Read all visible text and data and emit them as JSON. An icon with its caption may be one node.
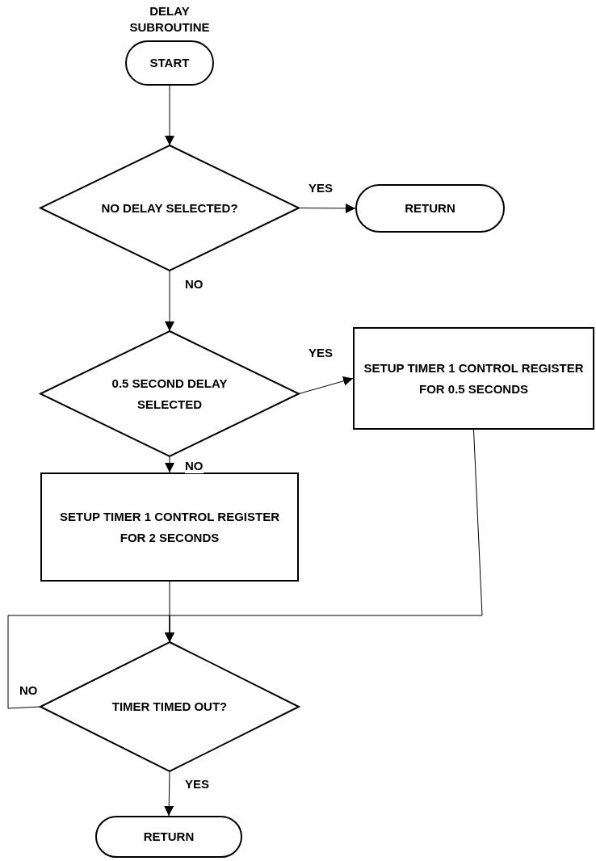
{
  "diagram": {
    "title": "DELAY SUBROUTINE",
    "nodes": [
      {
        "text": [
          "START"
        ]
      },
      {
        "text": [
          "NO DELAY SELECTED?"
        ]
      },
      {
        "text": [
          "RETURN"
        ]
      },
      {
        "text": [
          "0.5 SECOND DELAY SELECTED"
        ]
      },
      {
        "text": [
          "SETUP TIMER 1 CONTROL REGISTER FOR 0.5 SECONDS"
        ]
      },
      {
        "text": [
          "SETUP TIMER 1 CONTROL REGISTER FOR 2 SECONDS"
        ]
      },
      {
        "text": [
          "TIMER TIMED OUT?"
        ]
      },
      {
        "text": [
          "RETURN"
        ]
      }
    ],
    "edges": [
      {
        "from": 0,
        "to": 1,
        "arrow": "to"
      },
      {
        "from": 1,
        "to": 2,
        "arrow": "to",
        "label": "YES"
      },
      {
        "from": 1,
        "to": 3,
        "arrow": "to",
        "label": "NO"
      },
      {
        "from": 3,
        "to": 4,
        "arrow": "to",
        "label": "YES"
      },
      {
        "from": 3,
        "to": 5,
        "arrow": "to",
        "label": "NO"
      },
      {
        "from": 5,
        "to": 6,
        "arrow": "to"
      },
      {
        "from": 4,
        "to": 6,
        "arrow": "to"
      },
      {
        "from": 6,
        "to": 6,
        "arrow": "to",
        "label": "NO"
      },
      {
        "from": 6,
        "to": 7,
        "arrow": "to",
        "label": "YES"
      }
    ]
  }
}
